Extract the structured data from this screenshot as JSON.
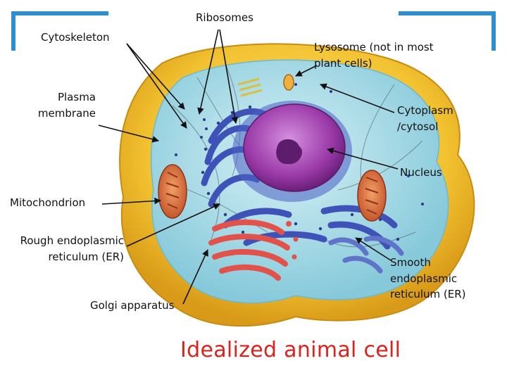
{
  "labels": {
    "ribosomes": "Ribosomes",
    "cytoskeleton": "Cytoskeleton",
    "lysosome_line1": "Lysosome (not in most",
    "lysosome_line2": "plant cells)",
    "plasma_line1": "Plasma",
    "plasma_line2": "membrane",
    "cytoplasm_line1": "Cytoplasm",
    "cytoplasm_line2": "/cytosol",
    "nucleus": "Nucleus",
    "mitochondrion": "Mitochondrion",
    "rough_er_line1": "Rough endoplasmic",
    "rough_er_line2": "reticulum (ER)",
    "golgi": "Golgi apparatus",
    "smooth_er_line1": "Smooth",
    "smooth_er_line2": "endoplasmic",
    "smooth_er_line3": "reticulum (ER)"
  },
  "caption": "Idealized animal cell",
  "colors": {
    "membrane": "#f2c230",
    "cytoplasm": "#9fd8e6",
    "nucleus": "#9b3aa8",
    "rough_er": "#3f52b8",
    "golgi": "#e2524a",
    "mitochondrion": "#d9683a",
    "caption": "#e0201c",
    "corner_accent": "#2f8fcc"
  }
}
